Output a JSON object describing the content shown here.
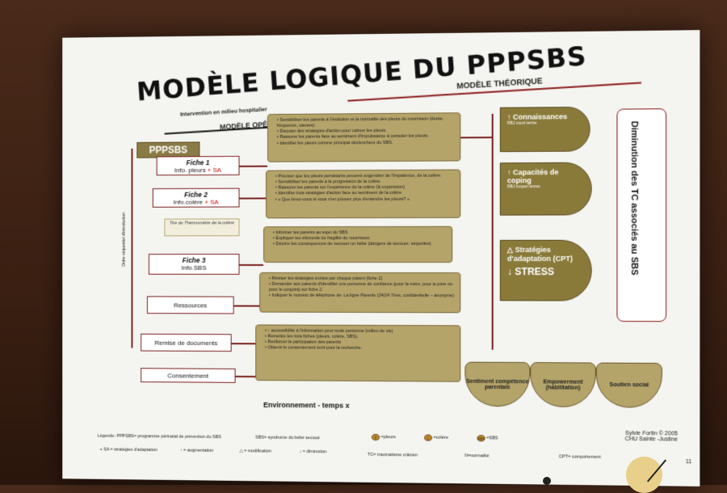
{
  "slide": {
    "title": "MODÈLE LOGIQUE DU PPPSBS",
    "theory_label": "MODÈLE THÉORIQUE",
    "intervention_label": "Intervention en milieu hospitalier",
    "op_label": "MODÈLE OPÉRATIONNEL",
    "program": "PPPSBS",
    "vertical_axis": "Ordre séquentiel d'introduction",
    "environment": "Environnement  - temps x",
    "credit_name": "Sylvie Fortin  © 2005",
    "credit_org": "CHU Sainte  -Justine",
    "page": "11"
  },
  "fiches": [
    {
      "title": "Fiche 1",
      "sub": "Info. pleurs",
      "extra": "+ SA"
    },
    {
      "title": "Fiche 2",
      "sub": "Info.colère",
      "extra": "+ SA"
    },
    {
      "title": "Fiche 3",
      "sub": "Info.SBS",
      "extra": ""
    },
    {
      "title": "Ressources",
      "sub": "",
      "extra": ""
    },
    {
      "title": "Remise de documents",
      "sub": "",
      "extra": ""
    },
    {
      "title": "Consentement",
      "sub": "",
      "extra": ""
    }
  ],
  "thermo": "Tire du Thermomètre de la colère",
  "content_boxes": [
    {
      "items": [
        "Sensibiliser les parents à l'évolution et la normalité des pleurs du nourrisson (durée, fréquence, causes).",
        "Discuter des stratégies d'action pour calmer les pleurs.",
        "Rassurer les parents face au sentiment d'impuissance à consoler les pleurs.",
        "Identifier les pleurs comme principal déclencheur du SBS."
      ]
    },
    {
      "items": [
        "Préciser que les pleurs persistants peuvent engendrer de l'impatience, de la colère.",
        "Sensibiliser les parents à la progression de la colère.",
        "Rassurer les parents sur l'expérience de la colère (& expression)",
        "Identifier trois stratégies d'action face au sentiment de la colère",
        "« Que ferez-vous si vous n'en pouvez plus d'entendre les pleurs? »"
      ]
    },
    {
      "items": [
        "Informer les parents au sujet du SBS",
        "Expliquer les éléments de fragilité du nourrisson",
        "Décrire les conséquences de secouer un bébé (dangers de secouer, séquelles)"
      ]
    },
    {
      "items": [
        "Réviser les stratégies écrites par chaque parent (fiche 2)",
        "Demander aux parents d'identifier une personne de confiance (pour la mère, pour le père ou pour le conjoint) sur fiche 2.",
        "Indiquer le numéro de téléphone de: La ligne Parents (24/24 7/res, confidentielle – anonyme)"
      ]
    },
    {
      "items": [
        "↑ accessibilité à l'information pour toute personne (milieu de vie)",
        "Remettre les trois fiches (pleurs, colère, SBS).",
        "Renforcer la participation des parents",
        "Obtenir le consentement écrit pour la recherche."
      ]
    }
  ],
  "outcomes": [
    {
      "label": "↑ Connaissances",
      "sub": "RBJ court terme"
    },
    {
      "label": "↑ Capacités de coping",
      "sub": "RBJ moyen terme"
    },
    {
      "label": "△ Stratégies d'adaptation (CPT)",
      "sub": "↓ STRESS"
    }
  ],
  "result": "Diminution des TC associés au SBS",
  "bottom": [
    {
      "label": "Sentiment compétence parentale"
    },
    {
      "label": "Empowerment (habilitation)"
    },
    {
      "label": "Soutien social"
    }
  ],
  "legend": {
    "line1": "Légende:  PPPSBS= programme périnatal de prévention du SBS",
    "line2": "SBS= syndrome du bébé  secoué",
    "pleurs": "=pleurs",
    "colere": "=colère",
    "sbs": "=SBS",
    "sa": "+ SA = stratégies d'adaptation",
    "aug": "↑ = augmentation",
    "mod": "△ = modification",
    "dim": "↓ = diminution",
    "tc": "TC= traumatisme crânien",
    "n": "N=normalité",
    "cpt": "CPT= comportement"
  },
  "colors": {
    "accent": "#8b1c1c",
    "gold": "#b5a46a",
    "dark_gold": "#8a7a3a"
  }
}
